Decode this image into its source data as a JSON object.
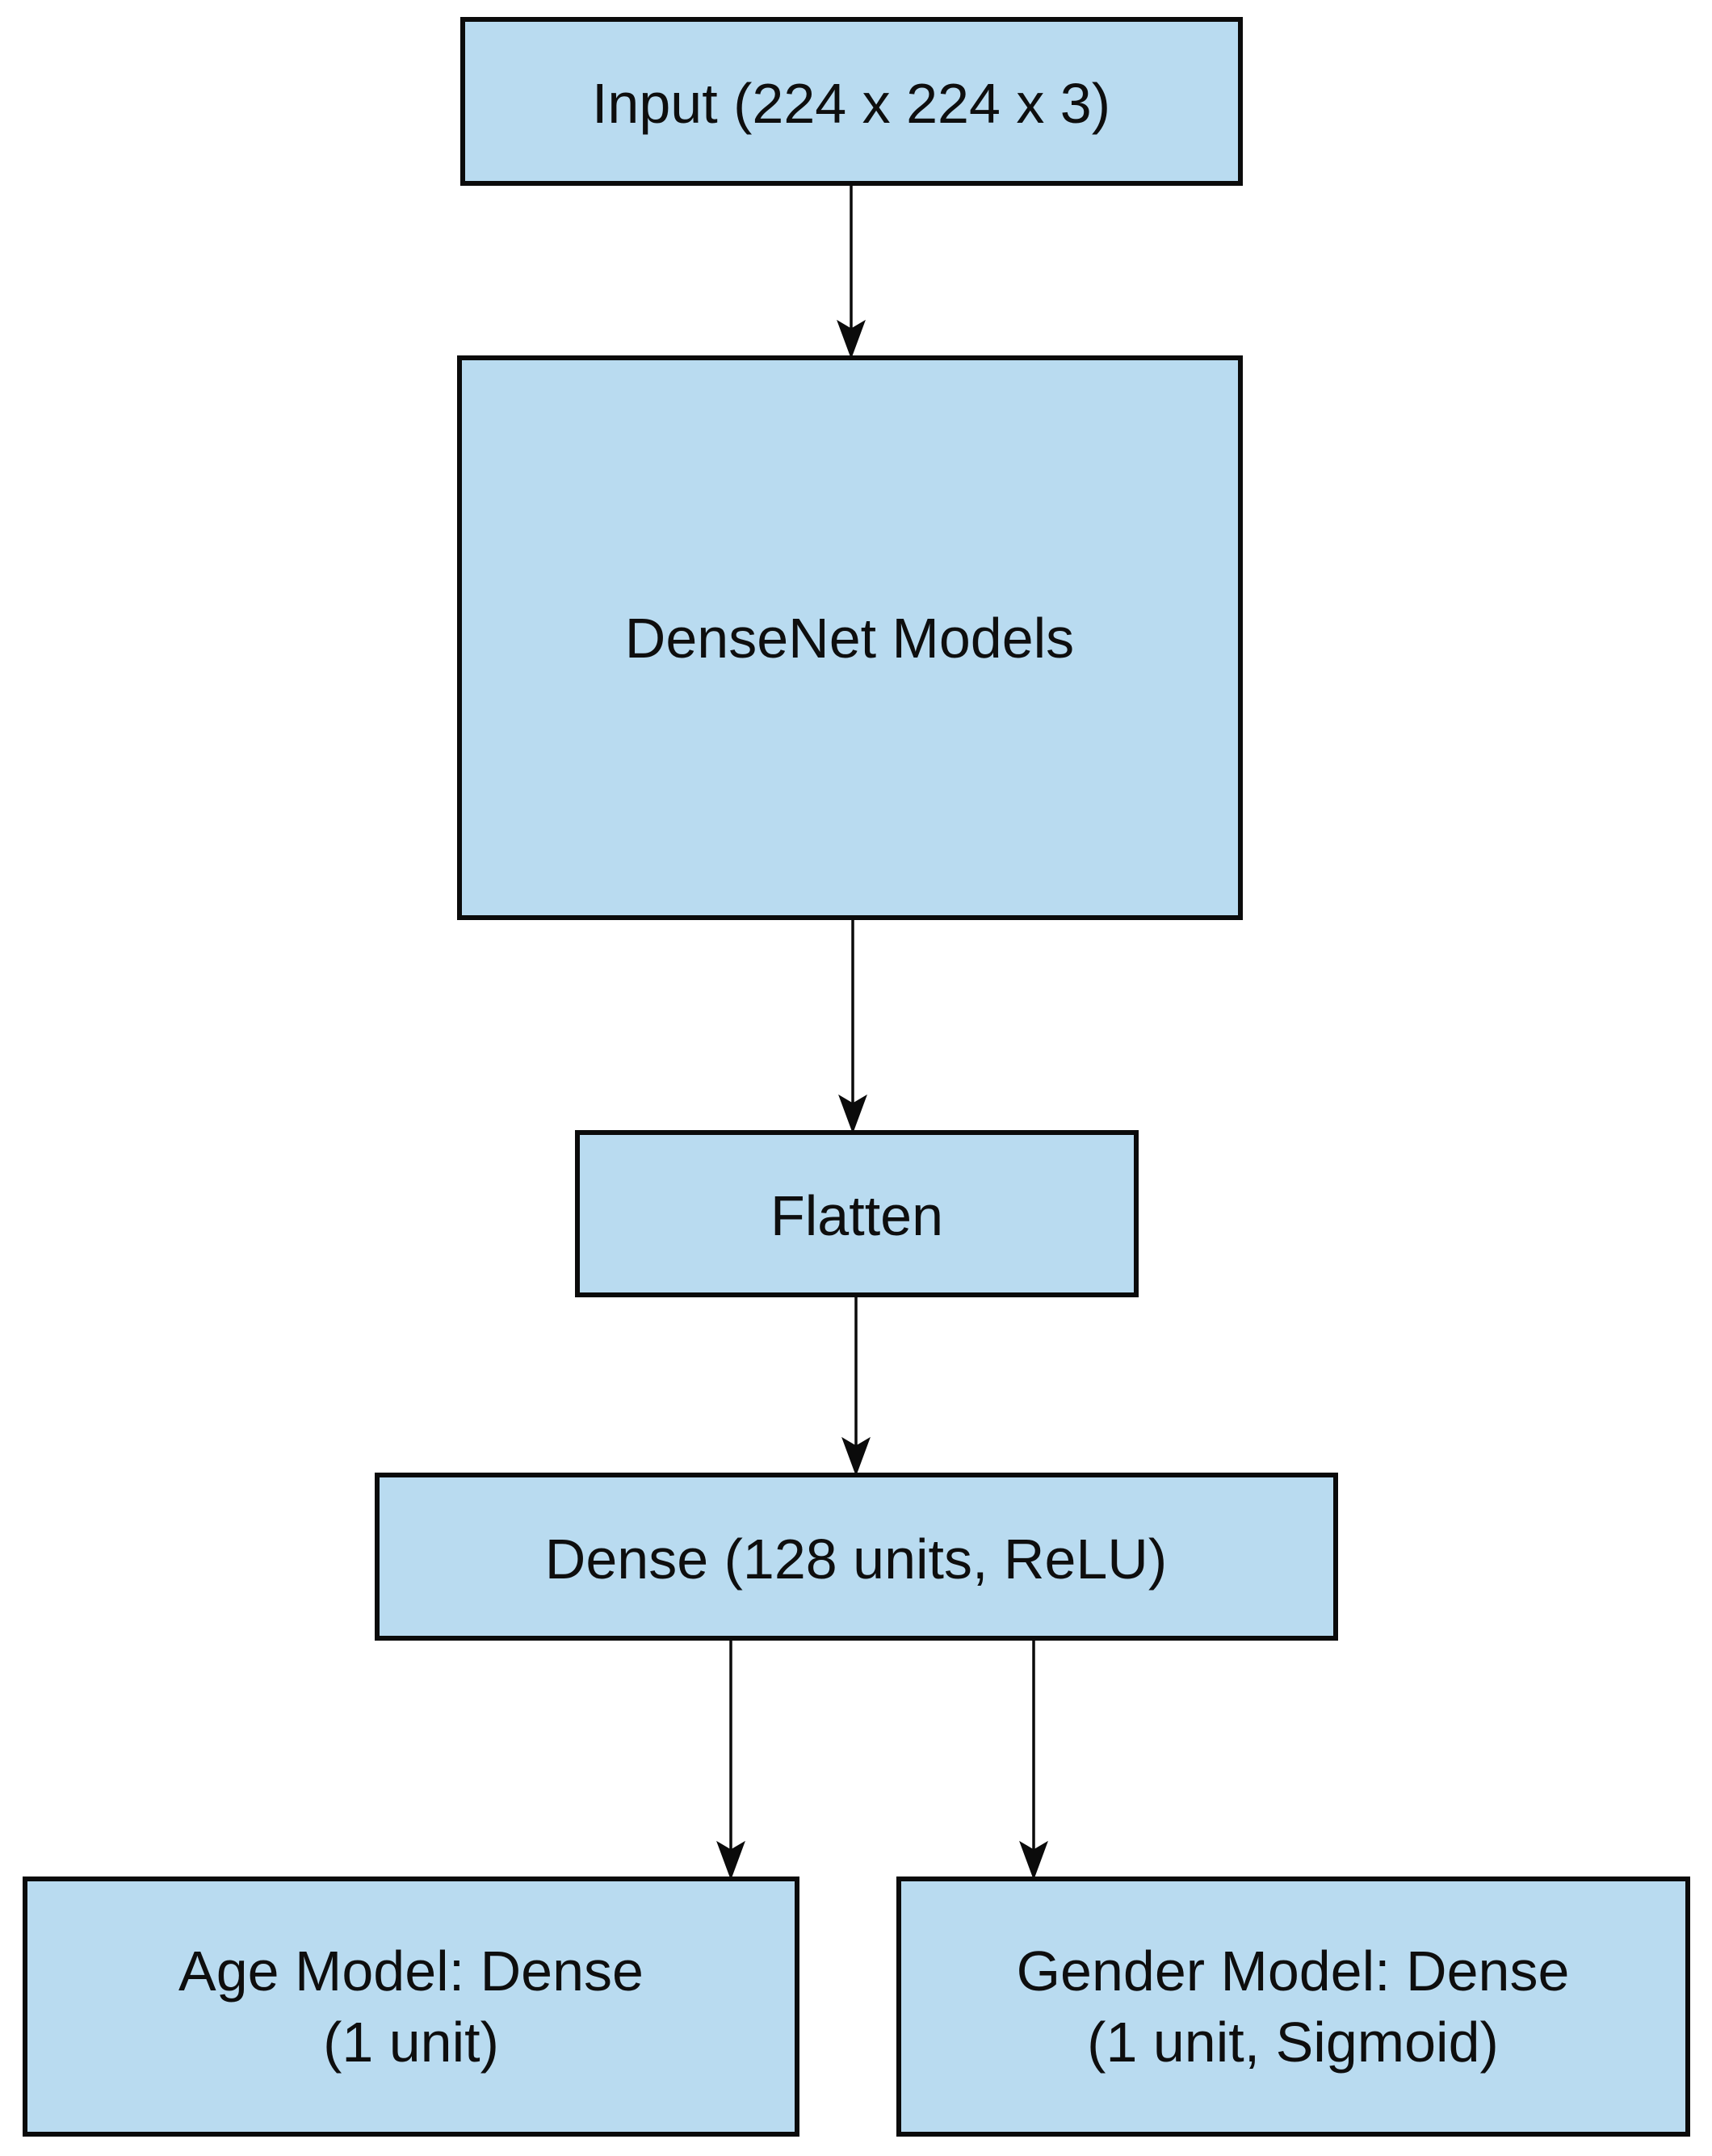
{
  "colors": {
    "background": "#ffffff",
    "node_fill": "#b9dbf0",
    "node_stroke": "#0b0b0b",
    "edge": "#0b0b0b",
    "text": "#0e0e0e"
  },
  "nodes": {
    "input": {
      "label": "Input (224 x 224 x 3)"
    },
    "densenet": {
      "label": "DenseNet Models"
    },
    "flatten": {
      "label": "Flatten"
    },
    "dense": {
      "label": "Dense (128 units, ReLU)"
    },
    "age": {
      "label_line1": "Age Model: Dense",
      "label_line2": "(1 unit)"
    },
    "gender": {
      "label_line1": "Gender Model: Dense",
      "label_line2": "(1 unit, Sigmoid)"
    }
  },
  "edges": [
    {
      "from": "input",
      "to": "densenet"
    },
    {
      "from": "densenet",
      "to": "flatten"
    },
    {
      "from": "flatten",
      "to": "dense"
    },
    {
      "from": "dense",
      "to": "age"
    },
    {
      "from": "dense",
      "to": "gender"
    }
  ]
}
